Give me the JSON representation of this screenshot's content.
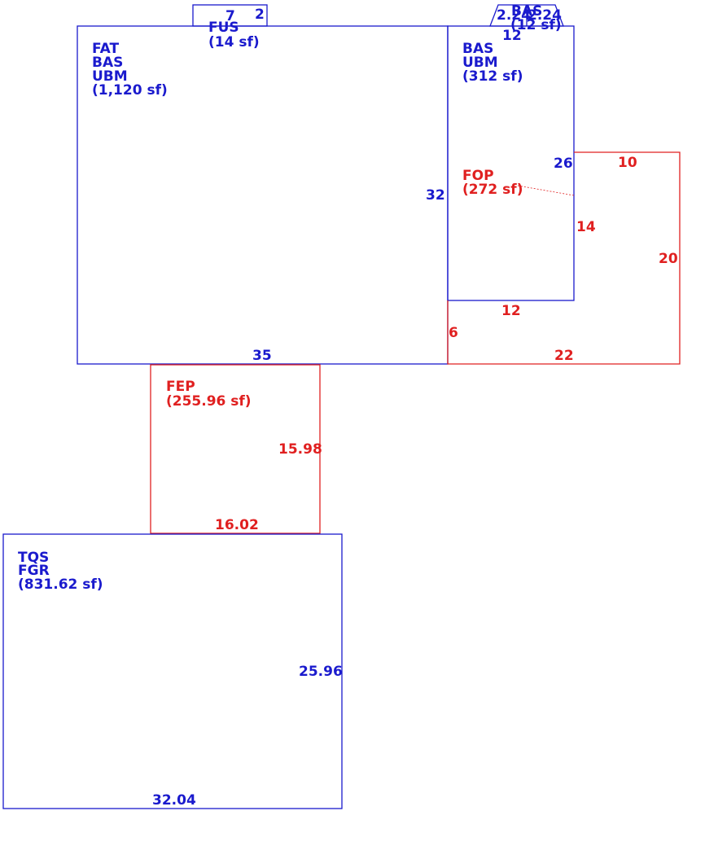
{
  "colors": {
    "blue": "#1a1acd",
    "red": "#e02020"
  },
  "main_house": {
    "codes": [
      "FAT",
      "BAS",
      "UBM"
    ],
    "area": "(1,120 sf)",
    "dim_right": "32",
    "dim_bottom": "35"
  },
  "fus": {
    "code": "FUS",
    "area": "(14 sf)",
    "dim_width": "7",
    "dim_height": "2"
  },
  "bas_small": {
    "code": "BAS",
    "area": "(12 sf)",
    "dim_a": "2.24",
    "dim_b": "2.24"
  },
  "east_wing": {
    "codes": [
      "BAS",
      "UBM"
    ],
    "area": "(312 sf)",
    "dim_top": "12",
    "dim_right": "26",
    "dim_bottom": "12"
  },
  "fop": {
    "code": "FOP",
    "area": "(272 sf)",
    "dim_top": "10",
    "dim_inner": "14",
    "dim_right": "20",
    "dim_bottom": "22",
    "dim_left": "6"
  },
  "fep": {
    "code": "FEP",
    "area": "(255.96 sf)",
    "dim_right": "15.98",
    "dim_bottom": "16.02"
  },
  "garage": {
    "codes": [
      "TQS",
      "FGR"
    ],
    "area": "(831.62 sf)",
    "dim_right": "25.96",
    "dim_bottom": "32.04"
  }
}
